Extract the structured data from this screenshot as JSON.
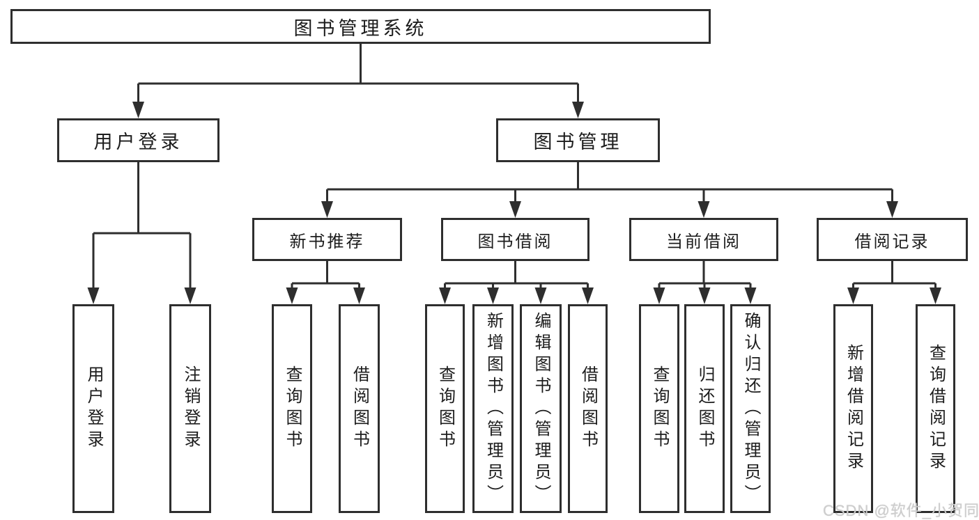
{
  "diagram_title": "图书管理系统",
  "tree": {
    "root": {
      "label": "图书管理系统"
    },
    "level2": [
      {
        "label": "用户登录"
      },
      {
        "label": "图书管理"
      }
    ],
    "level3": [
      {
        "label": "新书推荐",
        "parent": "图书管理"
      },
      {
        "label": "图书借阅",
        "parent": "图书管理"
      },
      {
        "label": "当前借阅",
        "parent": "图书管理"
      },
      {
        "label": "借阅记录",
        "parent": "图书管理"
      }
    ],
    "level4": [
      {
        "label": "用户登录",
        "parent": "用户登录"
      },
      {
        "label": "注销登录",
        "parent": "用户登录"
      },
      {
        "label": "查询图书",
        "parent": "新书推荐"
      },
      {
        "label": "借阅图书",
        "parent": "新书推荐"
      },
      {
        "label": "查询图书",
        "parent": "图书借阅"
      },
      {
        "label": "新增图书（管理员）",
        "parent": "图书借阅"
      },
      {
        "label": "编辑图书（管理员）",
        "parent": "图书借阅"
      },
      {
        "label": "借阅图书",
        "parent": "图书借阅"
      },
      {
        "label": "查询图书",
        "parent": "当前借阅"
      },
      {
        "label": "归还图书",
        "parent": "当前借阅"
      },
      {
        "label": "确认归还（管理员）",
        "parent": "当前借阅"
      },
      {
        "label": "新增借阅记录",
        "parent": "借阅记录"
      },
      {
        "label": "查询借阅记录",
        "parent": "借阅记录"
      }
    ]
  },
  "watermark": "CSDN @软件_小贺同学",
  "colors": {
    "line": "#2e2e2e",
    "box_background": "#ffffff",
    "text": "#1c1c1c",
    "watermark": "#cdcdcd"
  }
}
